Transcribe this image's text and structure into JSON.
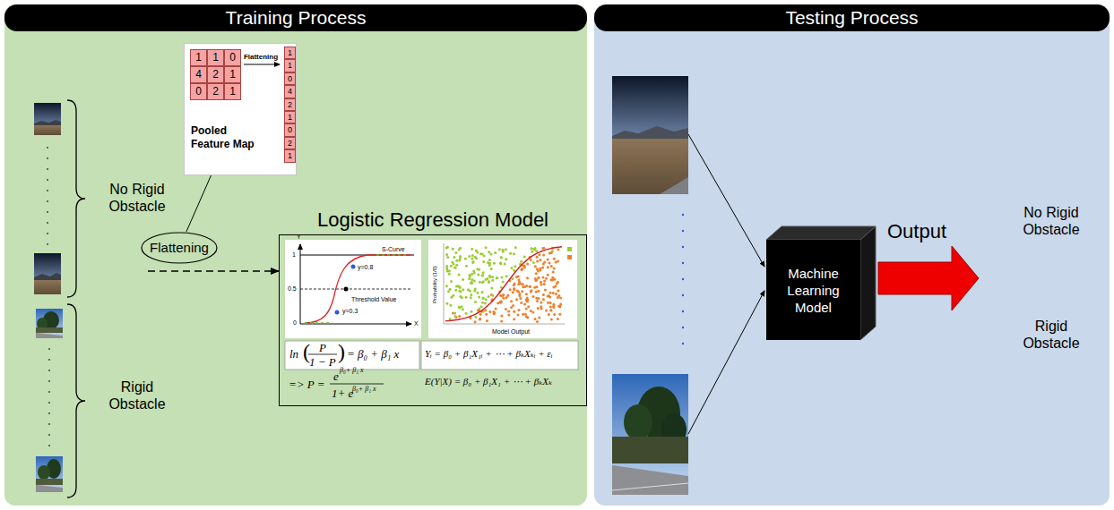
{
  "diagram": {
    "nodes": [
      {
        "text": [
          "Training Process"
        ]
      },
      {
        "text": [
          "Pooled Feature Map"
        ],
        "in": 0
      },
      {
        "text": [
          "Flattening"
        ],
        "in": 0
      },
      {
        "text": [
          "Logistic Regression Model"
        ],
        "in": 0
      },
      {
        "text": [
          "Testing Process"
        ]
      },
      {
        "text": [
          "Machine Learning Model"
        ],
        "in": 4
      }
    ],
    "edges": [
      {
        "from": 2,
        "to": 1,
        "arrow": "none"
      }
    ],
    "labels": [
      "1",
      "1",
      "0",
      "4",
      "2",
      "1",
      "0",
      "2",
      "1",
      "Flattening",
      "1",
      "1",
      "0",
      "4",
      "2",
      "1",
      "0",
      "2",
      "1",
      "No Rigid Obstacle",
      "Rigid Obstacle",
      "Y",
      "1",
      "0.5",
      "0",
      "X",
      "S-Curve",
      "y=0.8",
      "Threshold Value",
      "y=0.3",
      "Probability (1/0)",
      "Model Output",
      "ln",
      "(",
      "P",
      "1 − P",
      ")",
      "= β₀ + β₁ x",
      "=> P =",
      "e",
      "β₀+ β₁ x",
      "1+ e",
      "β₀+ β₁ x",
      "Yᵢ = β₀ + β₁X₁ᵢ + ⋯ + βₖXₖᵢ + εᵢ",
      "E(Y|X) = β₀ + β₁X₁ + ⋯ + βₖXₖ",
      "Output",
      "No Rigid Obstacle",
      "Rigid Obstacle"
    ]
  }
}
